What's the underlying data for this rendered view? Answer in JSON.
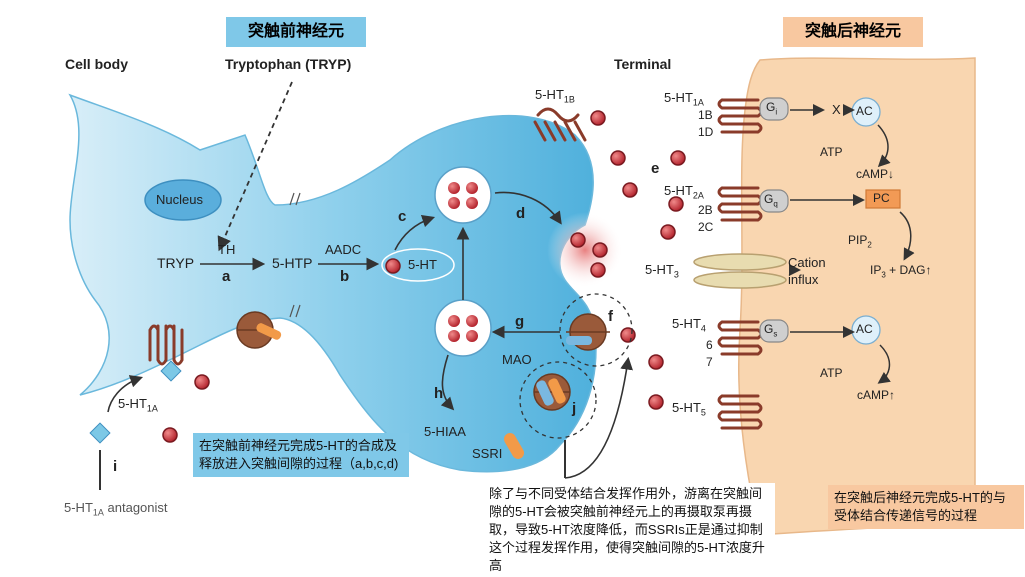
{
  "titles": {
    "presynaptic": "突触前神经元",
    "postsynaptic": "突触后神经元"
  },
  "headers": {
    "cell_body": "Cell body",
    "tryptophan": "Tryptophan (TRYP)",
    "terminal": "Terminal"
  },
  "labels": {
    "nucleus": "Nucleus",
    "tryp": "TRYP",
    "th": "TH",
    "htp": "5-HTP",
    "aadc": "AADC",
    "ht": "5-HT",
    "mao": "MAO",
    "hiaa": "5-HIAA",
    "ssri": "SSRI",
    "ht1a_auto": "5-HT",
    "ht1a_auto_sub": "1A",
    "antagonist": "5-HT",
    "antagonist_sub": "1A",
    "antagonist_suffix": " antagonist",
    "ht1b_pre": "5-HT",
    "ht1b_pre_sub": "1B",
    "cation": "Cation",
    "influx": "influx"
  },
  "steps": {
    "a": "a",
    "b": "b",
    "c": "c",
    "d": "d",
    "e": "e",
    "f": "f",
    "g": "g",
    "h": "h",
    "i": "i",
    "j": "j"
  },
  "receptors": {
    "r1": "5-HT",
    "r1_sub": "1A",
    "r1_b": "1B",
    "r1_c": "1D",
    "r2": "5-HT",
    "r2_sub": "2A",
    "r2_b": "2B",
    "r2_c": "2C",
    "r3": "5-HT",
    "r3_sub": "3",
    "r4": "5-HT",
    "r4_sub": "4",
    "r4_b": "6",
    "r4_c": "7",
    "r5": "5-HT",
    "r5_sub": "5"
  },
  "signaling": {
    "gi": "G",
    "gi_sub": "i",
    "gq": "G",
    "gq_sub": "q",
    "gs": "G",
    "gs_sub": "s",
    "x": "X",
    "ac1": "AC",
    "atp1": "ATP",
    "camp_down": "cAMP↓",
    "pc": "PC",
    "pip2": "PIP",
    "pip2_sub": "2",
    "ip3": "IP",
    "ip3_sub": "3",
    "ip3_suffix": " + DAG↑",
    "ac2": "AC",
    "atp2": "ATP",
    "camp_up": "cAMP↑"
  },
  "notes": {
    "presynaptic_note": "在突触前神经元完成5-HT的合成及释放进入突触间隙的过程（a,b,c,d)",
    "reuptake_note": "除了与不同受体结合发挥作用外，游离在突触间隙的5-HT会被突触前神经元上的再摄取泵再摄取，导致5-HT浓度降低，而SSRIs正是通过抑制这个过程发挥作用，使得突触间隙的5-HT浓度升高",
    "postsynaptic_note": "在突触后神经元完成5-HT的与受体结合传递信号的过程"
  },
  "colors": {
    "pre_neuron": "#7cc8e6",
    "post_neuron": "#f8d8b4",
    "serotonin": "#c8323a",
    "receptor": "#8a3b2a",
    "title_box_blue": "#7fc8e8",
    "title_box_orange": "#f8c8a0",
    "pc_box": "#f29a55"
  }
}
